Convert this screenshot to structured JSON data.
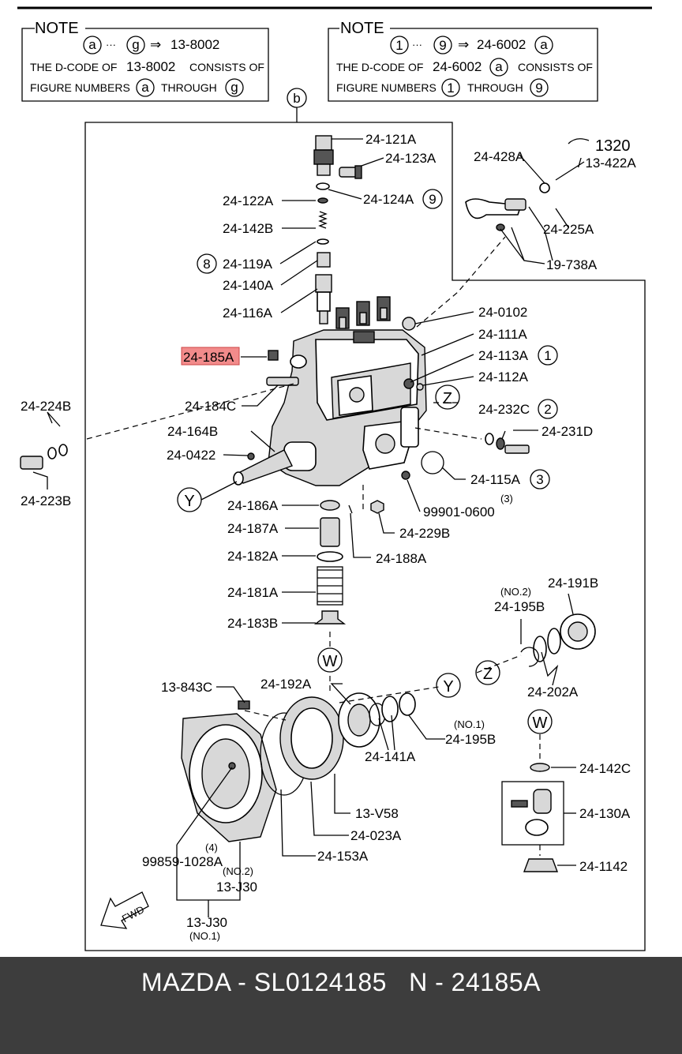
{
  "note_left": {
    "title": "NOTE",
    "range_start": "a",
    "range_end": "g",
    "arrow": "⇒",
    "target": "13-8002",
    "line1_pre": "THE D-CODE OF",
    "line1_code": "13-8002",
    "line1_post": "CONSISTS OF",
    "line2_pre": "FIGURE NUMBERS",
    "line2_mid": "THROUGH"
  },
  "note_right": {
    "title": "NOTE",
    "range_start": "1",
    "range_end": "9",
    "arrow": "⇒",
    "target": "24-6002",
    "target_suffix": "a",
    "line1_pre": "THE D-CODE OF",
    "line1_code": "24-6002",
    "line1_post": "CONSISTS OF",
    "line2_pre": "FIGURE NUMBERS",
    "line2_mid": "THROUGH"
  },
  "group_marker": "b",
  "labels": {
    "p24_121a": "24-121A",
    "p24_123a": "24-123A",
    "p24_124a": "24-124A",
    "p24_124a_circle": "9",
    "p24_122a": "24-122A",
    "p24_142b": "24-142B",
    "p24_119a": "24-119A",
    "p24_119a_circle": "8",
    "p24_140a": "24-140A",
    "p24_116a": "24-116A",
    "p24_0102": "24-0102",
    "p24_111a": "24-111A",
    "p24_113a": "24-113A",
    "p24_113a_circle": "1",
    "p24_112a": "24-112A",
    "p24_185a": "24-185A",
    "p24_184c": "24-184C",
    "p24_232c": "24-232C",
    "p24_232c_circle": "2",
    "p24_231d": "24-231D",
    "p24_224b": "24-224B",
    "p24_223b": "24-223B",
    "p24_164b": "24-164B",
    "p24_0422": "24-0422",
    "p24_115a": "24-115A",
    "p24_115a_circle": "3",
    "p99901": "99901-0600",
    "p99901_qty": "(3)",
    "p24_229b": "24-229B",
    "p24_186a": "24-186A",
    "p24_187a": "24-187A",
    "p24_188a": "24-188A",
    "p24_182a": "24-182A",
    "p24_181a": "24-181A",
    "p24_183b": "24-183B",
    "p24_191b": "24-191B",
    "p24_195b_top": "24-195B",
    "p24_195b_top_no": "(NO.2)",
    "p24_202a": "24-202A",
    "p13_843c": "13-843C",
    "p24_192a": "24-192A",
    "p24_141a": "24-141A",
    "p24_195b_bottom": "24-195B",
    "p24_195b_bottom_no": "(NO.1)",
    "p24_142c": "24-142C",
    "p24_130a": "24-130A",
    "p24_1142": "24-1142",
    "p13_v58": "13-V58",
    "p24_023a": "24-023A",
    "p24_153a": "24-153A",
    "p99859": "99859-1028A",
    "p99859_qty": "(4)",
    "p13_j30_a": "13-J30",
    "p13_j30_a_no": "(NO.2)",
    "p13_j30_b": "13-J30",
    "p13_j30_b_no": "(NO.1)",
    "p24_428a": "24-428A",
    "p1320": "1320",
    "p13_422a": "/ 13-422A",
    "p24_225a": "24-225A",
    "p19_738a": "19-738A",
    "fwd": "FWD"
  },
  "markers": {
    "w": "W",
    "y": "Y",
    "z": "Z"
  },
  "highlight": {
    "color": "#f28b8b",
    "part": "24-185A"
  },
  "footer": {
    "text": "MAZDA - SL0124185   N - 24185A",
    "background": "#3d3d3d"
  }
}
